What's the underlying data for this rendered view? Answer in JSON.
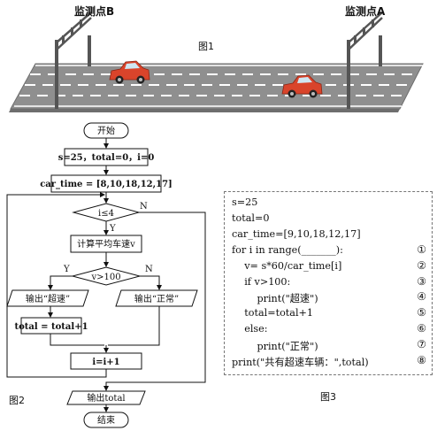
{
  "figure1": {
    "caption": "图1",
    "station_b": "监测点B",
    "station_a": "监测点A"
  },
  "figure2": {
    "caption": "图2",
    "start": "开始",
    "init": "s=25，total=0，i=0",
    "car_time": "car_time = [8,10,18,12,17]",
    "loop_cond": "i≤4",
    "loop_yes": "Y",
    "loop_no": "N",
    "calc": "计算平均车速v",
    "speed_cond": "v>100",
    "speed_yes": "Y",
    "speed_no": "N",
    "out_speeding": "输出“超速”",
    "out_normal": "输出“正常”",
    "total_inc": "total = total+1",
    "i_inc": "i=i+1",
    "out_total": "输出total",
    "end": "结束"
  },
  "figure3": {
    "caption": "图3",
    "lines": [
      {
        "text": "s=25",
        "num": ""
      },
      {
        "text": "total=0",
        "num": ""
      },
      {
        "text": "car_time=[9,10,18,12,17]",
        "num": ""
      },
      {
        "text": "for i in range(_______):",
        "num": "①"
      },
      {
        "text": "    v= s*60/car_time[i]",
        "num": "②"
      },
      {
        "text": "    if v>100:",
        "num": "③"
      },
      {
        "text": "        print(\"超速\")",
        "num": "④"
      },
      {
        "text": "    total=total+1",
        "num": "⑤"
      },
      {
        "text": "    else:",
        "num": "⑥"
      },
      {
        "text": "        print(\"正常\")",
        "num": "⑦"
      },
      {
        "text": "print(\"共有超速车辆：\",total)",
        "num": "⑧"
      }
    ]
  },
  "colors": {
    "road": "#8f8f8f",
    "road_edge": "#6e6e6e",
    "lane_marking": "#ffffff",
    "car": "#d9442b",
    "pole": "#555555"
  }
}
